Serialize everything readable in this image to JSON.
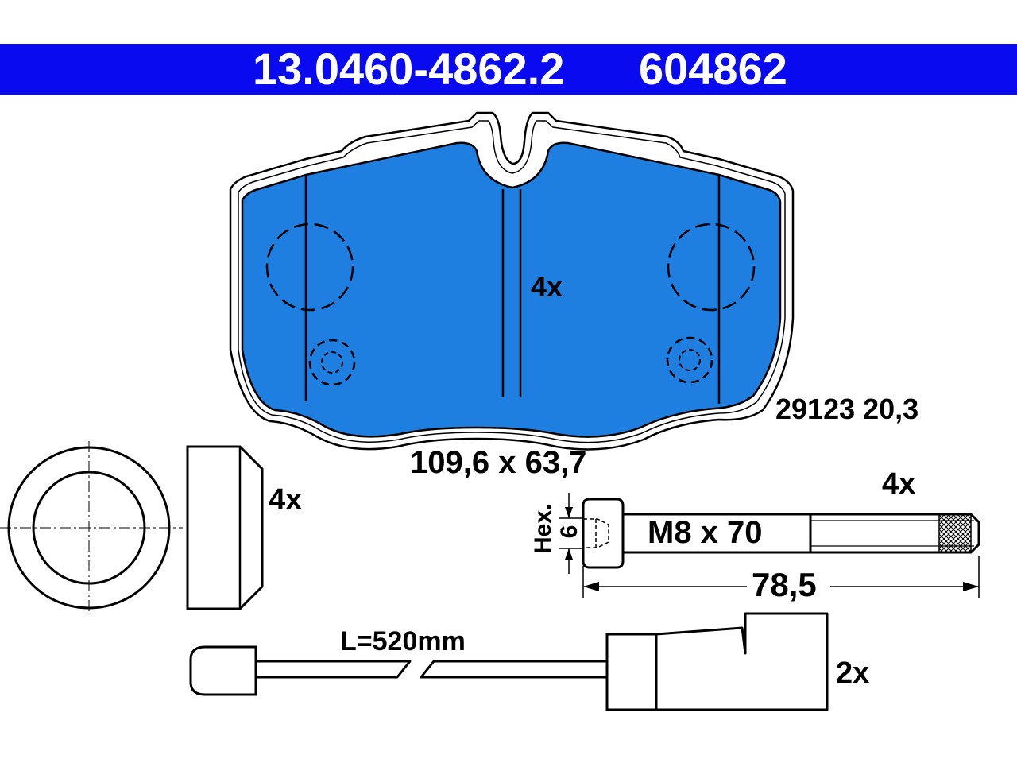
{
  "header": {
    "part_number": "13.0460-4862.2",
    "ref_number": "604862"
  },
  "pad": {
    "quantity": "4x",
    "wva_code": "29123 20,3",
    "dimensions": "109,6 x 63,7"
  },
  "sleeve": {
    "quantity": "4x"
  },
  "bolt": {
    "quantity": "4x",
    "thread": "M8 x 70",
    "hex_label": "Hex.",
    "hex_size": "6",
    "length": "78,5"
  },
  "sensor": {
    "length_label": "L=520mm",
    "quantity": "2x"
  },
  "colors": {
    "header_blue": "#0a0af0",
    "pad_blue": "#1f7fe0",
    "line": "#000000"
  }
}
